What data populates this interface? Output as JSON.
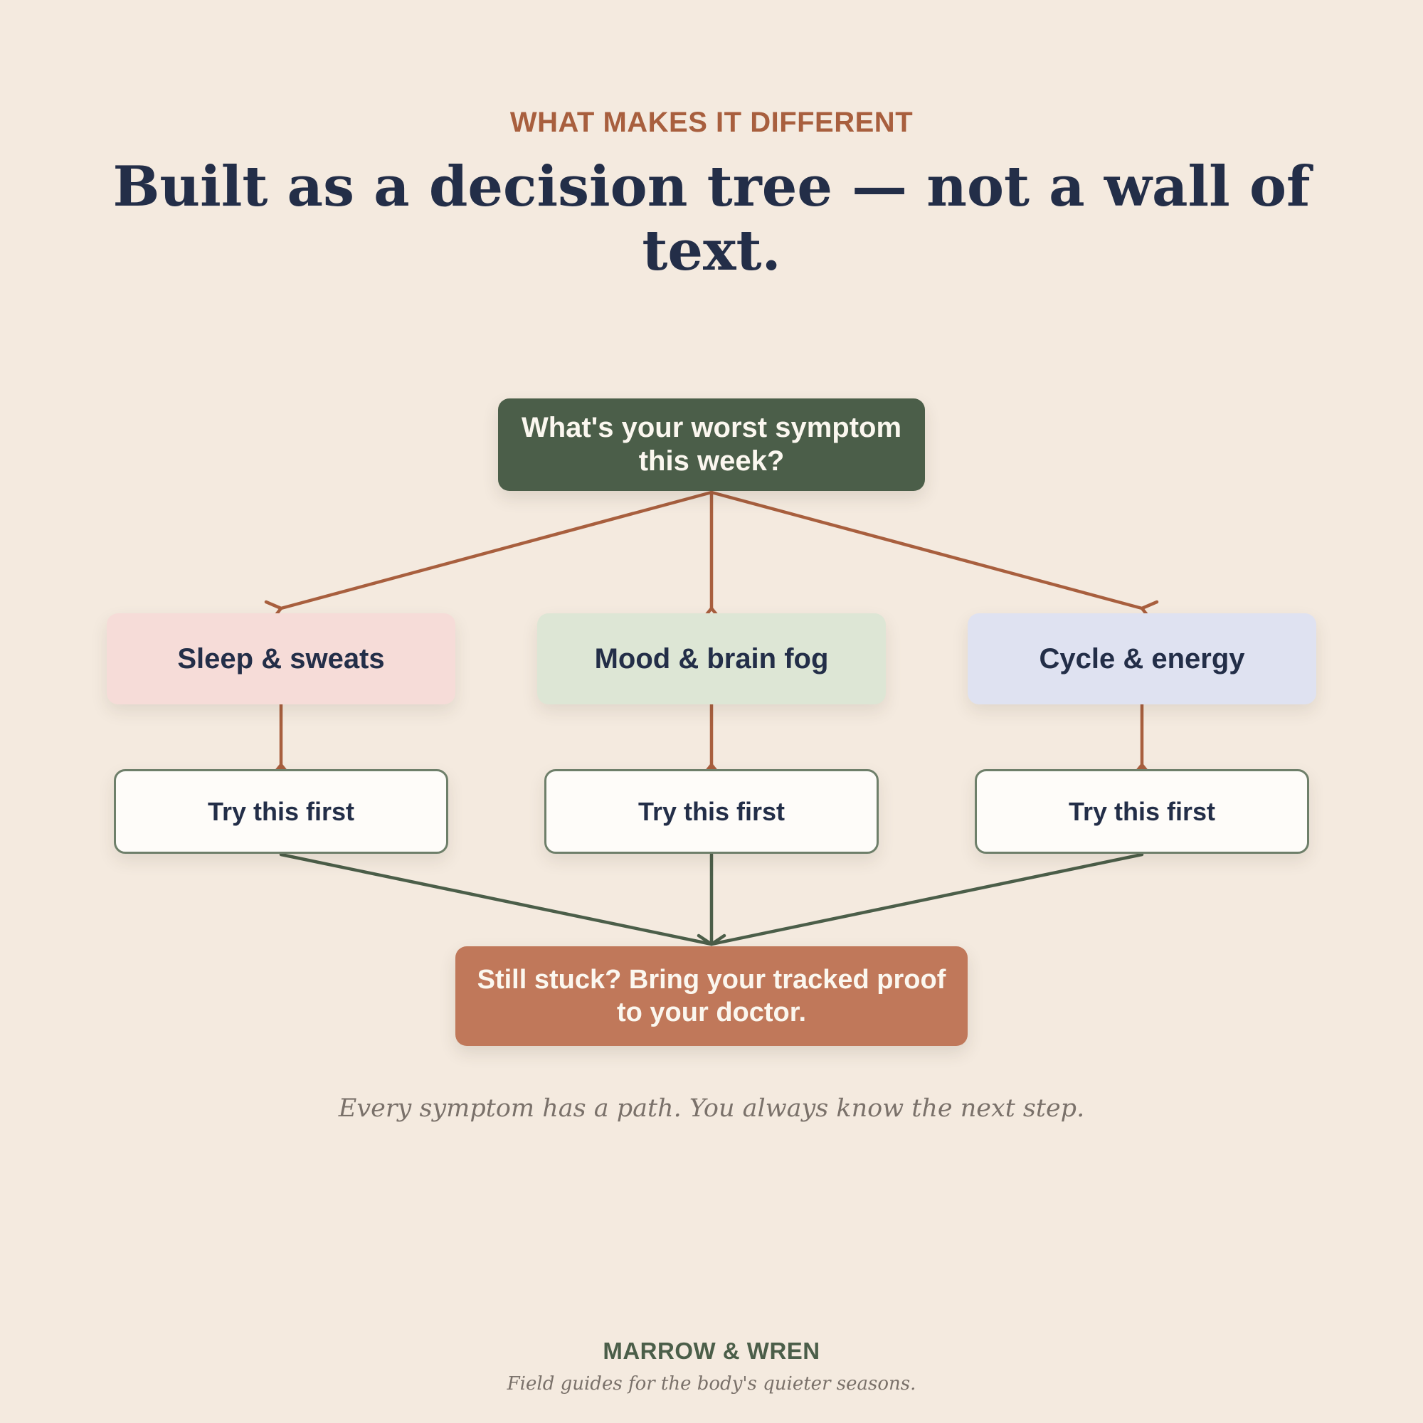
{
  "header": {
    "eyebrow": "WHAT MAKES IT DIFFERENT",
    "title": "Built as a decision tree — not a wall of text."
  },
  "tree": {
    "root": "What's your worst symptom this week?",
    "categories": [
      {
        "label": "Sleep & sweats",
        "color": "#f6dcd8"
      },
      {
        "label": "Mood & brain fog",
        "color": "#dde6d5"
      },
      {
        "label": "Cycle & energy",
        "color": "#dfe2f1"
      }
    ],
    "actions": [
      {
        "label": "Try this first"
      },
      {
        "label": "Try this first"
      },
      {
        "label": "Try this first"
      }
    ],
    "final": "Still stuck? Bring your tracked proof to your doctor."
  },
  "tagline": "Every symptom has a path. You always know the next step.",
  "footer": {
    "brand": "MARROW & WREN",
    "subtitle": "Field guides for the body's quieter seasons."
  },
  "colors": {
    "background": "#f4eadf",
    "accent_orange": "#a85f3e",
    "forest_green": "#4b5e49",
    "navy_text": "#232e48",
    "terracotta": "#c0785a"
  }
}
